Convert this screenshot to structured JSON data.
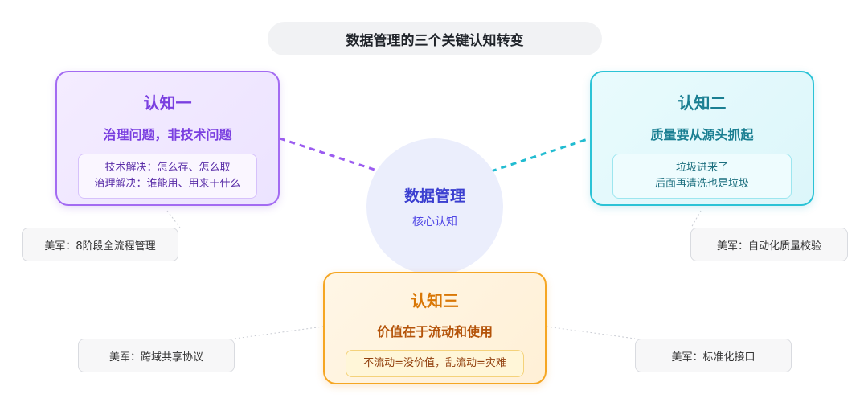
{
  "title": "数据管理的三个关键认知转变",
  "center": {
    "title": "数据管理",
    "subtitle": "核心认知"
  },
  "cards": [
    {
      "title": "认知一",
      "subtitle": "治理问题，非技术问题",
      "note": [
        "技术解决：怎么存、怎么取",
        "治理解决：谁能用、用来干什么"
      ],
      "accent": "#a36bf2"
    },
    {
      "title": "认知二",
      "subtitle": "质量要从源头抓起",
      "note": [
        "垃圾进来了",
        "后面再清洗也是垃圾"
      ],
      "accent": "#2cc3d6"
    },
    {
      "title": "认知三",
      "subtitle": "价值在于流动和使用",
      "note": [
        "不流动=没价值，乱流动=灾难"
      ],
      "accent": "#f5a623"
    }
  ],
  "tags": [
    "美军：8阶段全流程管理",
    "美军：自动化质量校验",
    "美军：跨域共享协议",
    "美军：标准化接口"
  ]
}
